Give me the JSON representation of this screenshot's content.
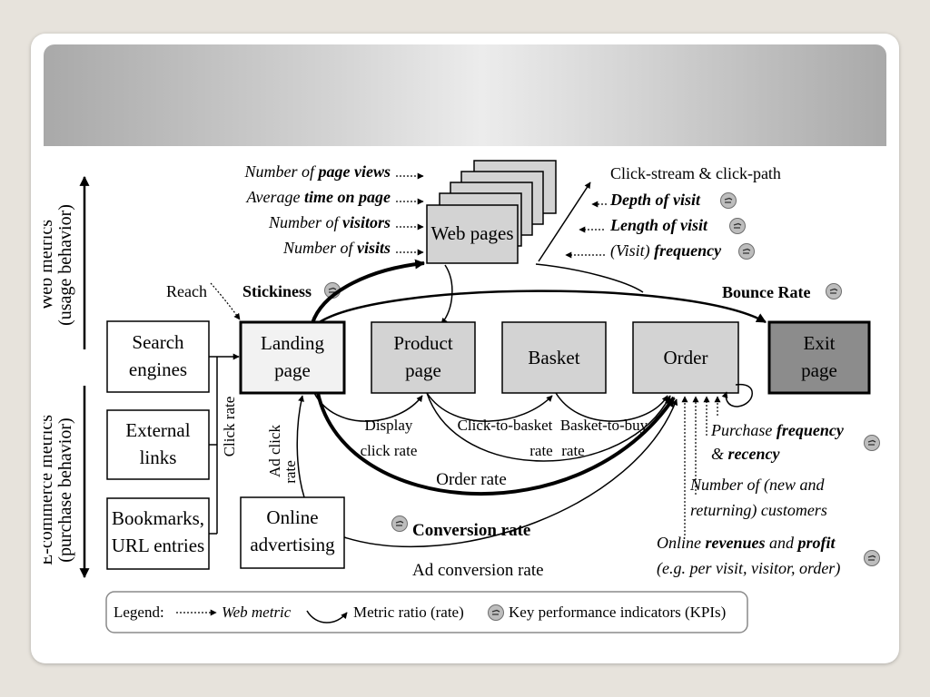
{
  "side_labels": {
    "web_line1": "Web metrics",
    "web_line2": "(usage behavior)",
    "ecom_line1": "E-commerce metrics",
    "ecom_line2": "(purchase behavior)"
  },
  "web_metrics_inputs": [
    {
      "prefix": "Number of ",
      "bold": "page views"
    },
    {
      "prefix": "Average ",
      "bold": "time on page"
    },
    {
      "prefix": "Number of ",
      "bold": "visitors"
    },
    {
      "prefix": "Number of ",
      "bold": "visits"
    }
  ],
  "web_pages": "Web pages",
  "click_stream": "Click-stream & click-path",
  "visit_metrics": [
    {
      "prefix": "",
      "bold": "Depth of visit"
    },
    {
      "prefix": "",
      "bold": "Length of visit"
    },
    {
      "prefix": "(Visit) ",
      "bold": "frequency"
    }
  ],
  "reach": "Reach",
  "stickiness": "Stickiness",
  "bounce_rate": "Bounce Rate",
  "boxes": {
    "search_line1": "Search",
    "search_line2": "engines",
    "external_line1": "External",
    "external_line2": "links",
    "bookmarks_line1": "Bookmarks,",
    "bookmarks_line2": "URL entries",
    "online_line1": "Online",
    "online_line2": "advertising",
    "landing_line1": "Landing",
    "landing_line2": "page",
    "product_line1": "Product",
    "product_line2": "page",
    "basket": "Basket",
    "order": "Order",
    "exit_line1": "Exit",
    "exit_line2": "page"
  },
  "rates": {
    "click_rate": "Click rate",
    "ad_click_line1": "Ad click",
    "ad_click_line2": "rate",
    "display_line1": "Display",
    "display_line2": "click rate",
    "ctb_line1": "Click-to-basket",
    "ctb_line2": "rate",
    "btb_line1": "Basket-to-buy",
    "btb_line2": "rate",
    "order_rate": "Order rate",
    "conversion_rate": "Conversion rate",
    "ad_conversion_rate": "Ad conversion rate"
  },
  "order_metrics": {
    "purchase_prefix": "Purchase ",
    "purchase_bold": "frequency",
    "recency_prefix": "& ",
    "recency_bold": "recency",
    "customers_line1": "Number of (new and",
    "customers_line2": "returning) customers",
    "online_prefix": "Online ",
    "revenues_bold": "revenues",
    "and_text": " and ",
    "profit_bold": "profit",
    "revenue_line2": "(e.g. per visit, visitor, order)"
  },
  "legend": {
    "label": "Legend:",
    "web_metric": "Web metric",
    "metric_ratio": "Metric ratio (rate)",
    "kpi": "Key performance indicators (KPIs)"
  },
  "colors": {
    "light_box": "#f2f2f2",
    "mid_box": "#d3d3d3",
    "dark_box": "#8c8c8c",
    "kpi_badge": "#bdbdbd"
  }
}
